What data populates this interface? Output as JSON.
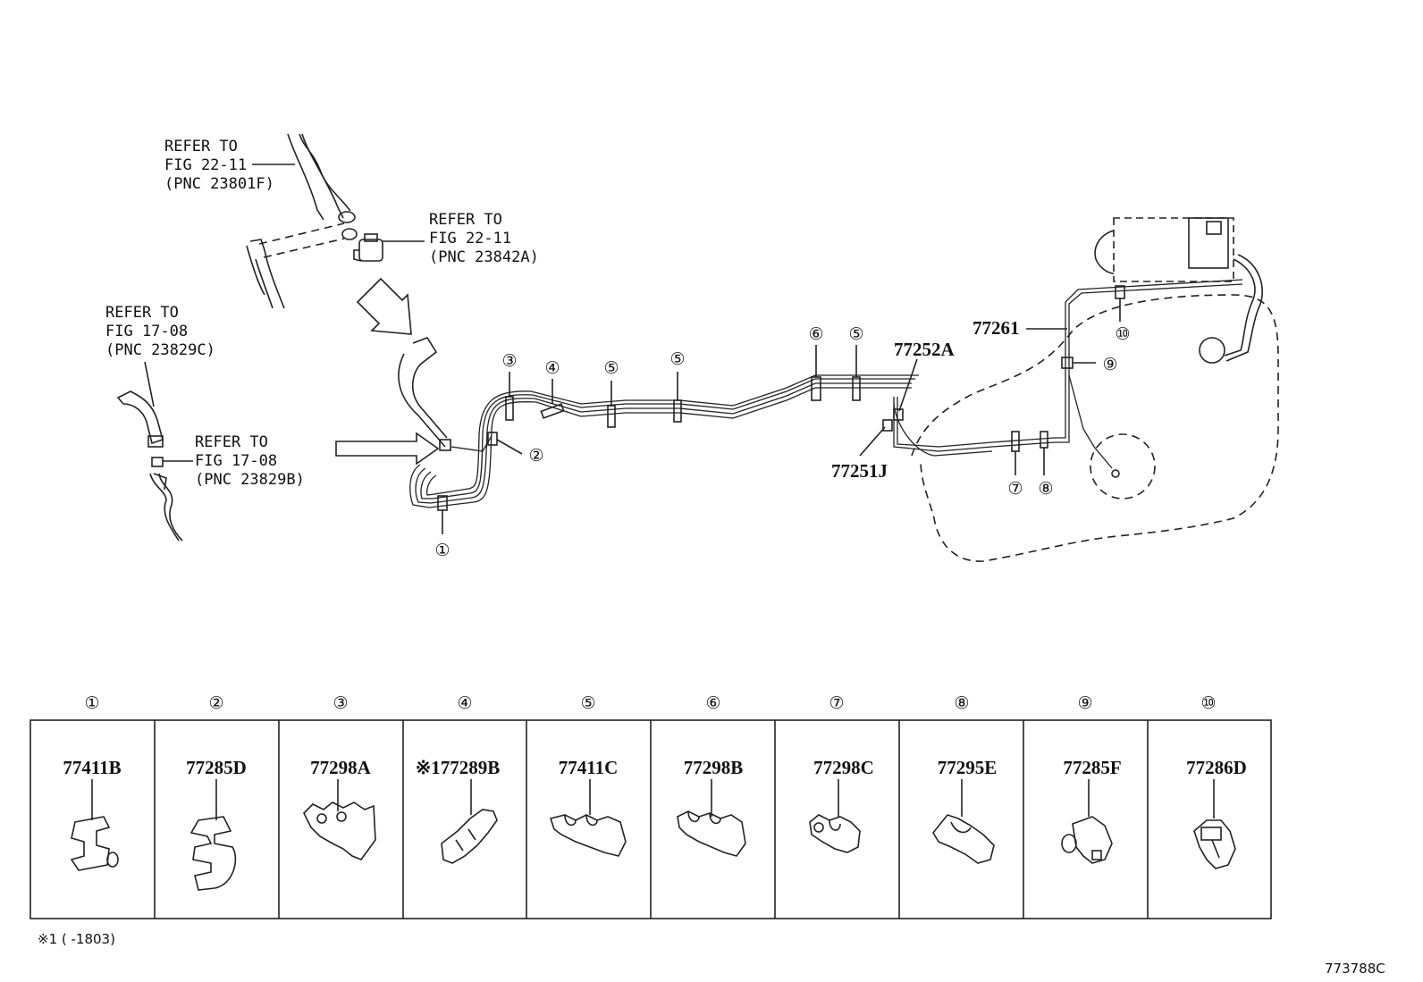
{
  "refs": [
    {
      "line1": "REFER TO",
      "line2": "FIG 22-11",
      "line3": "(PNC 23801F)"
    },
    {
      "line1": "REFER TO",
      "line2": "FIG 22-11",
      "line3": "(PNC 23842A)"
    },
    {
      "line1": "REFER TO",
      "line2": "FIG 17-08",
      "line3": "(PNC 23829C)"
    },
    {
      "line1": "REFER TO",
      "line2": "FIG 17-08",
      "line3": "(PNC 23829B)"
    }
  ],
  "callouts": {
    "c1": "①",
    "c2": "②",
    "c3": "③",
    "c4": "④",
    "c5a": "⑤",
    "c5b": "⑤",
    "c5c": "⑤",
    "c6": "⑥",
    "c7": "⑦",
    "c8": "⑧",
    "c9": "⑨",
    "c10": "⑩"
  },
  "parts": {
    "p77252A": "77252A",
    "p77251J": "77251J",
    "p77261": "77261"
  },
  "table": [
    {
      "num": "①",
      "pnc": "77411B"
    },
    {
      "num": "②",
      "pnc": "77285D"
    },
    {
      "num": "③",
      "pnc": "77298A"
    },
    {
      "num": "④",
      "pnc": "※177289B"
    },
    {
      "num": "⑤",
      "pnc": "77411C"
    },
    {
      "num": "⑥",
      "pnc": "77298B"
    },
    {
      "num": "⑦",
      "pnc": "77298C"
    },
    {
      "num": "⑧",
      "pnc": "77295E"
    },
    {
      "num": "⑨",
      "pnc": "77285F"
    },
    {
      "num": "⑩",
      "pnc": "77286D"
    }
  ],
  "footnote": "※1 (      -1803)",
  "figure_id": "773788C"
}
